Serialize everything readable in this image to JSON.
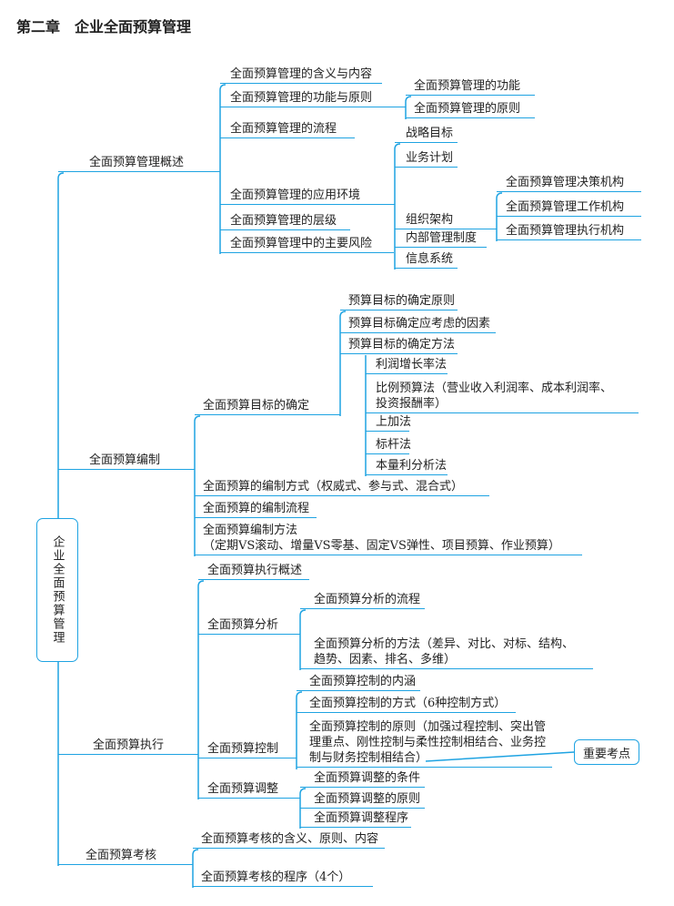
{
  "title": "第二章　企业全面预算管理",
  "root": "企业全面预算管理",
  "important_label": "重要考点",
  "line_color": "#1ea3e2",
  "overview": {
    "label": "全面预算管理概述",
    "children": [
      {
        "label": "全面预算管理的含义与内容"
      },
      {
        "label": "全面预算管理的功能与原则",
        "children": [
          {
            "label": "全面预算管理的功能"
          },
          {
            "label": "全面预算管理的原则"
          }
        ]
      },
      {
        "label": "全面预算管理的流程"
      },
      {
        "label": "全面预算管理的应用环境",
        "children": [
          {
            "label": "战略目标"
          },
          {
            "label": "业务计划"
          },
          {
            "label": "组织架构",
            "children": [
              {
                "label": "全面预算管理决策机构"
              },
              {
                "label": "全面预算管理工作机构"
              },
              {
                "label": "全面预算管理执行机构"
              }
            ]
          },
          {
            "label": "内部管理制度"
          },
          {
            "label": "信息系统"
          }
        ]
      },
      {
        "label": "全面预算管理的层级"
      },
      {
        "label": "全面预算管理中的主要风险"
      }
    ]
  },
  "compile": {
    "label": "全面预算编制",
    "children": [
      {
        "label": "全面预算目标的确定",
        "children": [
          {
            "label": "预算目标的确定原则"
          },
          {
            "label": "预算目标确定应考虑的因素"
          },
          {
            "label": "预算目标的确定方法",
            "children": [
              {
                "label": "利润增长率法"
              },
              {
                "label": "比例预算法（营业收入利润率、成本利润率、\n投资报酬率）"
              },
              {
                "label": "上加法"
              },
              {
                "label": "标杆法"
              },
              {
                "label": "本量利分析法"
              }
            ]
          }
        ]
      },
      {
        "label": "全面预算的编制方式（权威式、参与式、混合式）"
      },
      {
        "label": "全面预算的编制流程"
      },
      {
        "label": "全面预算编制方法\n（定期VS滚动、增量VS零基、固定VS弹性、项目预算、作业预算）"
      }
    ]
  },
  "execute": {
    "label": "全面预算执行",
    "children": [
      {
        "label": "全面预算执行概述"
      },
      {
        "label": "全面预算分析",
        "children": [
          {
            "label": "全面预算分析的流程"
          },
          {
            "label": "全面预算分析的方法（差异、对比、对标、结构、\n趋势、因素、排名、多维）"
          }
        ]
      },
      {
        "label": "全面预算控制",
        "children": [
          {
            "label": "全面预算控制的内涵"
          },
          {
            "label": "全面预算控制的方式（6种控制方式）"
          },
          {
            "label": "全面预算控制的原则（加强过程控制、突出管\n理重点、刚性控制与柔性控制相结合、业务控\n制与财务控制相结合）"
          }
        ]
      },
      {
        "label": "全面预算调整",
        "children": [
          {
            "label": "全面预算调整的条件"
          },
          {
            "label": "全面预算调整的原则"
          },
          {
            "label": "全面预算调整程序"
          }
        ]
      }
    ]
  },
  "assess": {
    "label": "全面预算考核",
    "children": [
      {
        "label": "全面预算考核的含义、原则、内容"
      },
      {
        "label": "全面预算考核的程序（4个）"
      }
    ]
  }
}
